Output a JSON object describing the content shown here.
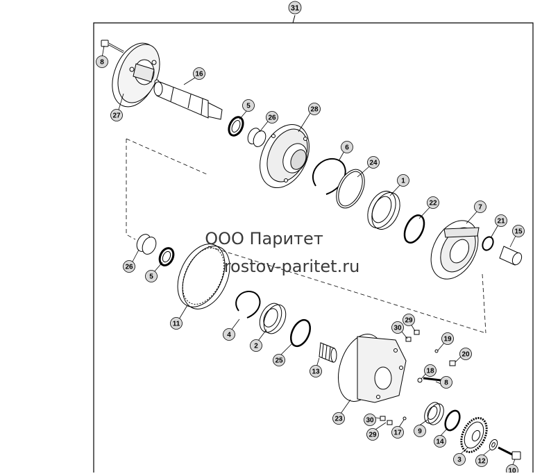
{
  "diagram": {
    "frame_label": "31",
    "watermark": {
      "line1": "ООО Паритет",
      "line2": "rostov-paritet.ru"
    },
    "callouts": [
      {
        "id": "c8a",
        "label": "8"
      },
      {
        "id": "c27",
        "label": "27"
      },
      {
        "id": "c16",
        "label": "16"
      },
      {
        "id": "c5a",
        "label": "5"
      },
      {
        "id": "c26a",
        "label": "26"
      },
      {
        "id": "c28",
        "label": "28"
      },
      {
        "id": "c6",
        "label": "6"
      },
      {
        "id": "c24",
        "label": "24"
      },
      {
        "id": "c1",
        "label": "1"
      },
      {
        "id": "c22",
        "label": "22"
      },
      {
        "id": "c7",
        "label": "7"
      },
      {
        "id": "c21",
        "label": "21"
      },
      {
        "id": "c15",
        "label": "15"
      },
      {
        "id": "c26b",
        "label": "26"
      },
      {
        "id": "c5b",
        "label": "5"
      },
      {
        "id": "c11",
        "label": "11"
      },
      {
        "id": "c4",
        "label": "4"
      },
      {
        "id": "c2",
        "label": "2"
      },
      {
        "id": "c25",
        "label": "25"
      },
      {
        "id": "c13",
        "label": "13"
      },
      {
        "id": "c30a",
        "label": "30"
      },
      {
        "id": "c29a",
        "label": "29"
      },
      {
        "id": "c19",
        "label": "19"
      },
      {
        "id": "c20",
        "label": "20"
      },
      {
        "id": "c18",
        "label": "18"
      },
      {
        "id": "c8b",
        "label": "8"
      },
      {
        "id": "c23",
        "label": "23"
      },
      {
        "id": "c30b",
        "label": "30"
      },
      {
        "id": "c29b",
        "label": "29"
      },
      {
        "id": "c17",
        "label": "17"
      },
      {
        "id": "c9",
        "label": "9"
      },
      {
        "id": "c14",
        "label": "14"
      },
      {
        "id": "c3",
        "label": "3"
      },
      {
        "id": "c12",
        "label": "12"
      },
      {
        "id": "c10",
        "label": "10"
      }
    ]
  }
}
